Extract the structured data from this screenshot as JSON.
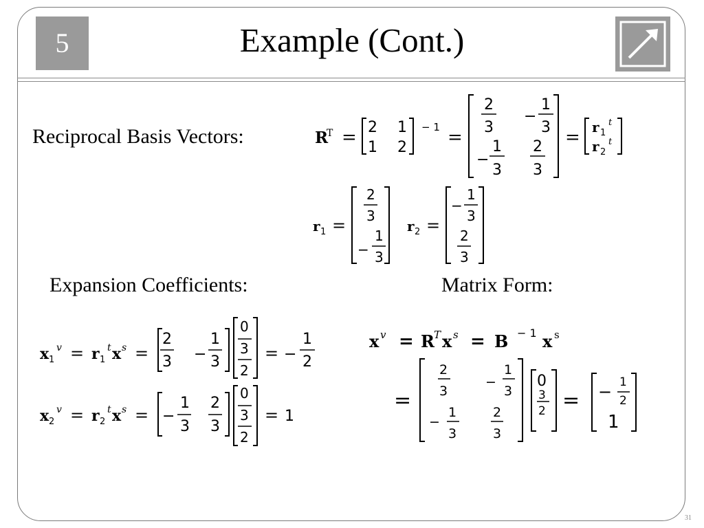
{
  "slide": {
    "number": "5",
    "title": "Example (Cont.)",
    "page_number": "31",
    "nav_icon": "diagonal-arrow-icon"
  },
  "labels": {
    "reciprocal": "Reciprocal Basis Vectors:",
    "expansion": "Expansion Coefficients:",
    "matrix_form": "Matrix Form:"
  }
}
